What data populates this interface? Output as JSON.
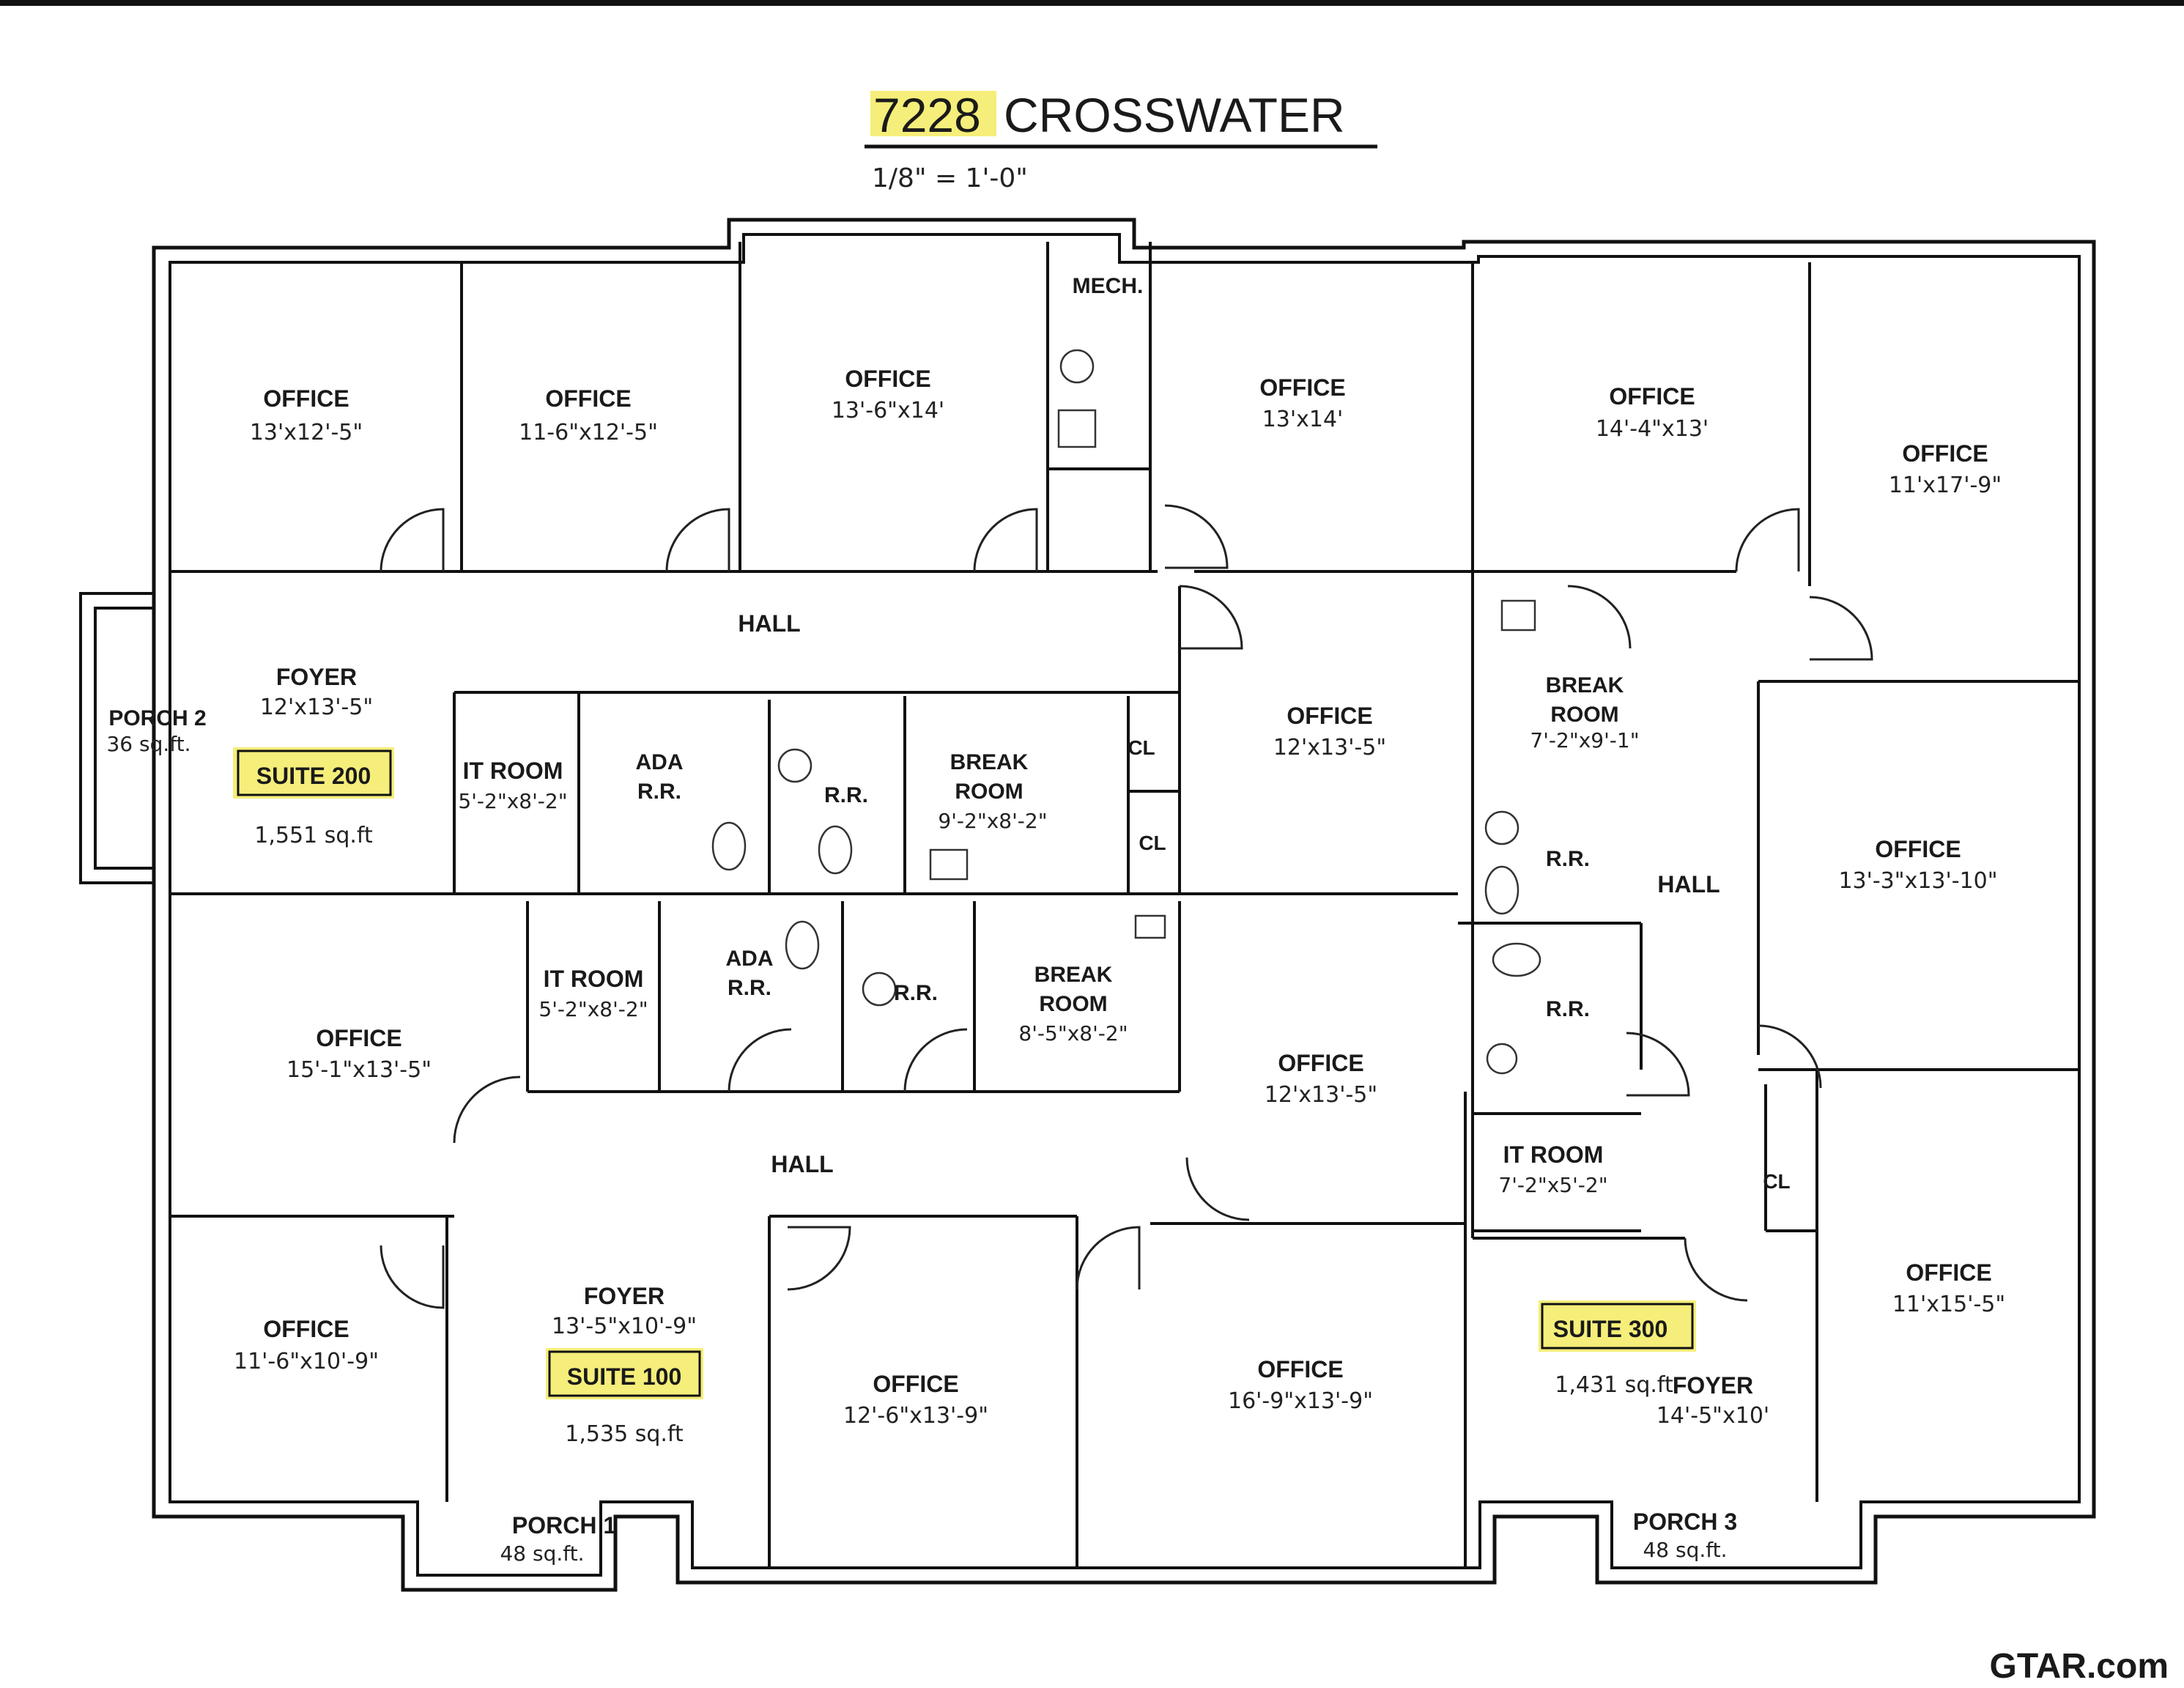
{
  "title": {
    "number": "7228",
    "street": "CROSSWATER",
    "scale": "1/8\" = 1'-0\""
  },
  "watermark": "GTAR.com",
  "colors": {
    "highlight": "#f5ee7a",
    "ink": "#111111"
  },
  "rooms": {
    "office_a": {
      "name": "OFFICE",
      "dim": "13'x12'-5\""
    },
    "office_b": {
      "name": "OFFICE",
      "dim": "11-6\"x12'-5\""
    },
    "office_c": {
      "name": "OFFICE",
      "dim": "13'-6\"x14'"
    },
    "mech": {
      "name": "MECH."
    },
    "office_d": {
      "name": "OFFICE",
      "dim": "13'x14'"
    },
    "office_e": {
      "name": "OFFICE",
      "dim": "14'-4\"x13'"
    },
    "office_f": {
      "name": "OFFICE",
      "dim": "11'x17'-9\""
    },
    "hall_top": {
      "name": "HALL"
    },
    "foyer_200": {
      "name": "FOYER",
      "dim": "12'x13'-5\""
    },
    "porch_2": {
      "name": "PORCH 2",
      "area": "36 sq.ft."
    },
    "suite_200": {
      "name": "SUITE 200",
      "area": "1,551 sq.ft"
    },
    "it_room_1": {
      "name": "IT ROOM",
      "dim": "5'-2\"x8'-2\""
    },
    "ada_rr_1": {
      "name": "ADA",
      "name2": "R.R."
    },
    "rr_1": {
      "name": "R.R."
    },
    "break_room_1": {
      "name": "BREAK",
      "name2": "ROOM",
      "dim": "9'-2\"x8'-2\""
    },
    "cl_1": {
      "name": "CL"
    },
    "cl_2": {
      "name": "CL"
    },
    "office_g": {
      "name": "OFFICE",
      "dim": "12'x13'-5\""
    },
    "break_room_2": {
      "name": "BREAK",
      "name2": "ROOM",
      "dim": "7'-2\"x9'-1\""
    },
    "rr_2": {
      "name": "R.R."
    },
    "hall_right": {
      "name": "HALL"
    },
    "office_h": {
      "name": "OFFICE",
      "dim": "13'-3\"x13'-10\""
    },
    "office_i": {
      "name": "OFFICE",
      "dim": "15'-1\"x13'-5\""
    },
    "it_room_2": {
      "name": "IT ROOM",
      "dim": "5'-2\"x8'-2\""
    },
    "ada_rr_2": {
      "name": "ADA",
      "name2": "R.R."
    },
    "rr_3": {
      "name": "R.R."
    },
    "break_room_3": {
      "name": "BREAK",
      "name2": "ROOM",
      "dim": "8'-5\"x8'-2\""
    },
    "office_j": {
      "name": "OFFICE",
      "dim": "12'x13'-5\""
    },
    "rr_4": {
      "name": "R.R."
    },
    "hall_bottom": {
      "name": "HALL"
    },
    "it_room_3": {
      "name": "IT ROOM",
      "dim": "7'-2\"x5'-2\""
    },
    "cl_3": {
      "name": "CL"
    },
    "office_k": {
      "name": "OFFICE",
      "dim": "11'-6\"x10'-9\""
    },
    "foyer_100": {
      "name": "FOYER",
      "dim": "13'-5\"x10'-9\""
    },
    "suite_100": {
      "name": "SUITE 100",
      "area": "1,535 sq.ft"
    },
    "office_l": {
      "name": "OFFICE",
      "dim": "12'-6\"x13'-9\""
    },
    "office_m": {
      "name": "OFFICE",
      "dim": "16'-9\"x13'-9\""
    },
    "suite_300": {
      "name": "SUITE 300",
      "area": "1,431 sq.ft"
    },
    "foyer_300": {
      "name": "FOYER",
      "dim": "14'-5\"x10'"
    },
    "office_n": {
      "name": "OFFICE",
      "dim": "11'x15'-5\""
    },
    "porch_1": {
      "name": "PORCH 1",
      "area": "48 sq.ft."
    },
    "porch_3": {
      "name": "PORCH 3",
      "area": "48 sq.ft."
    }
  }
}
